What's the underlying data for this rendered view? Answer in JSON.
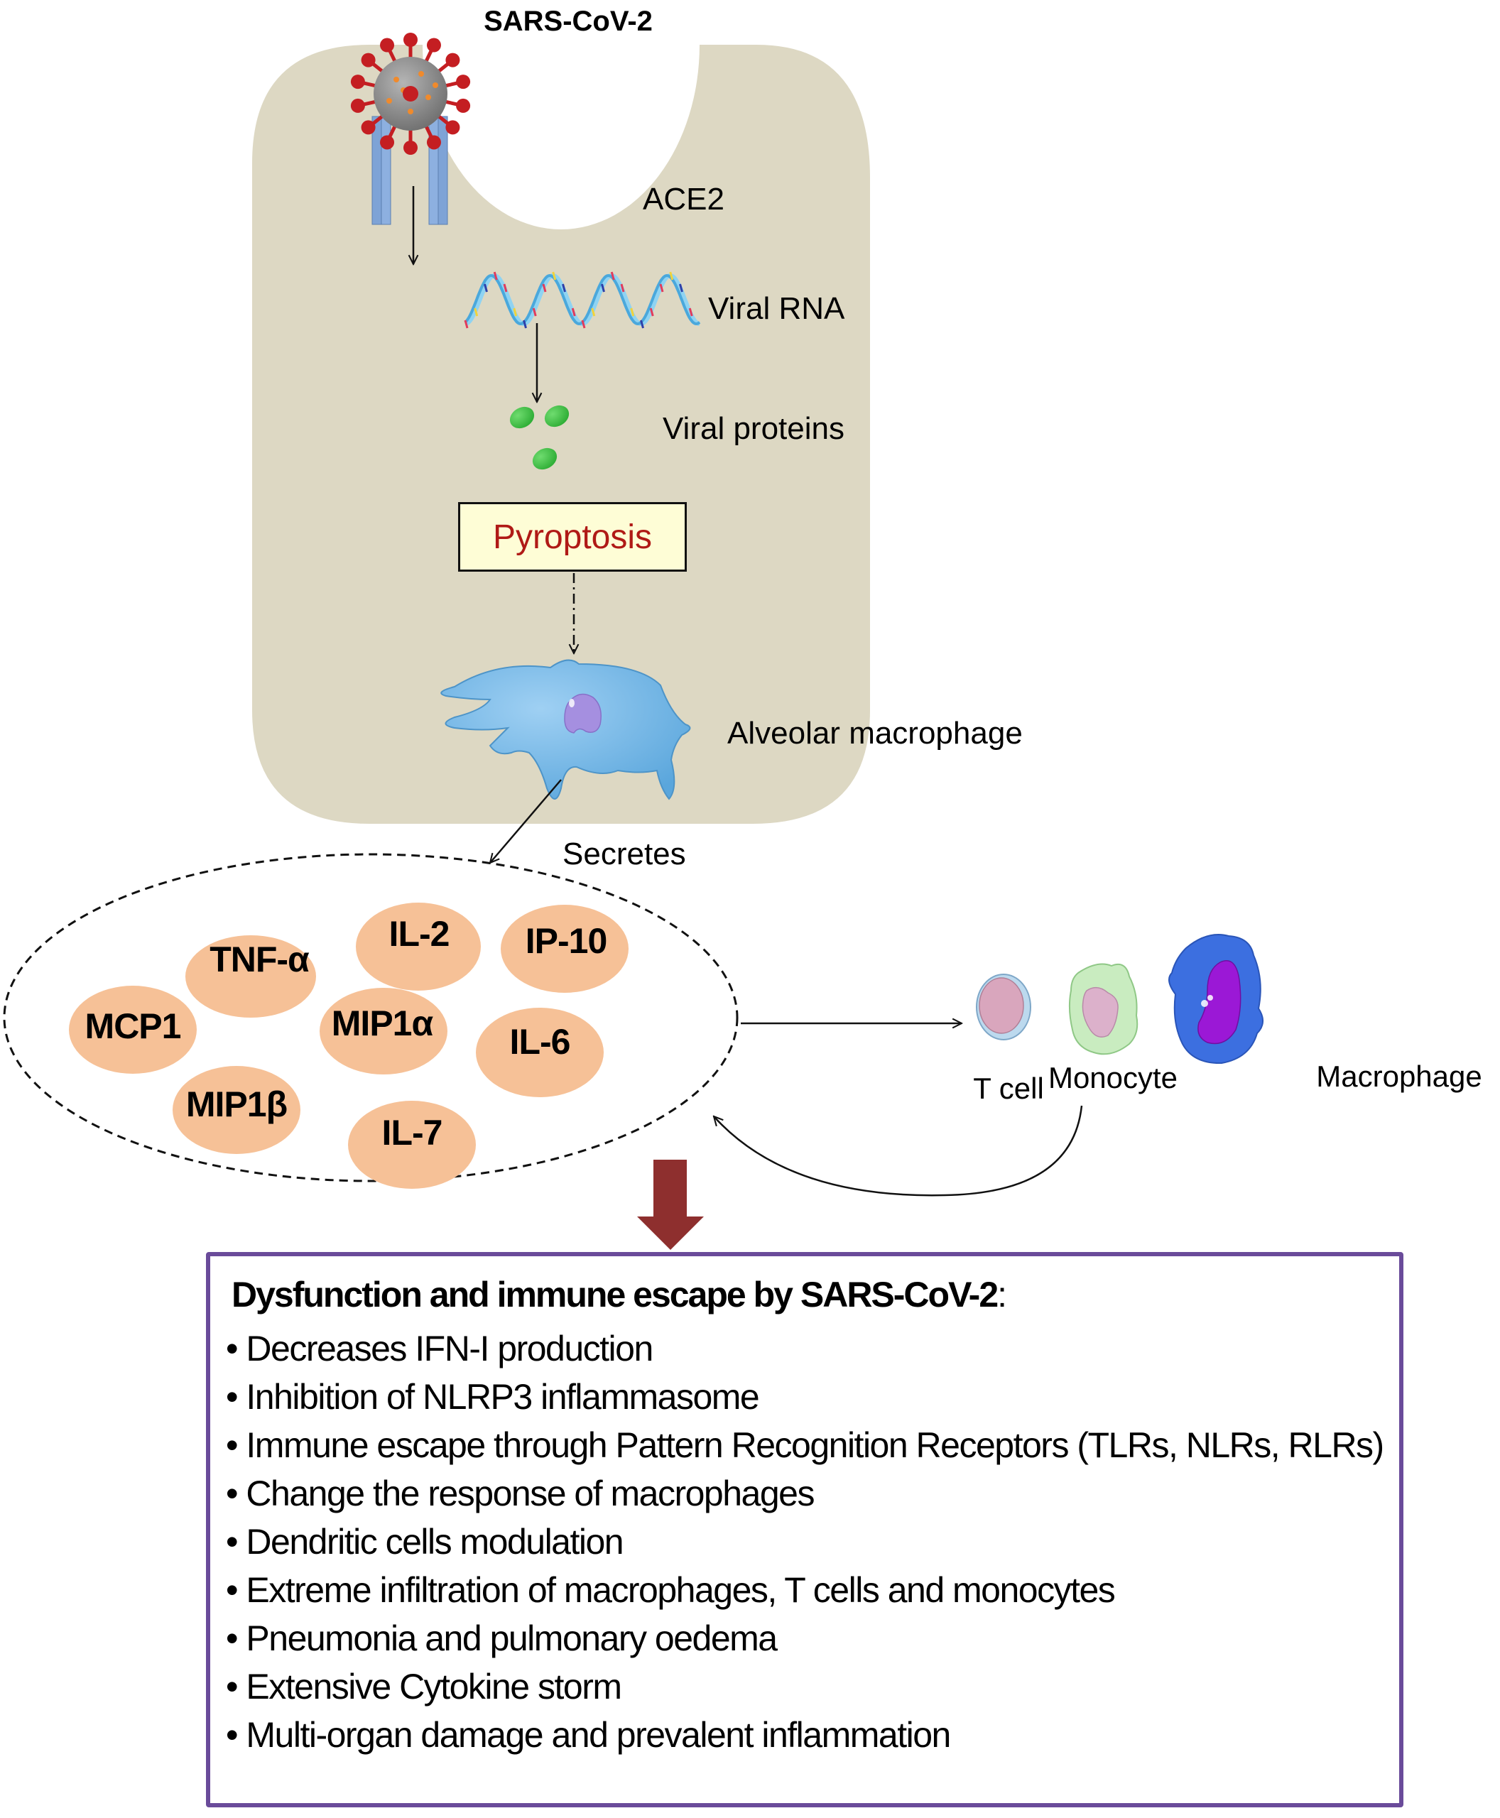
{
  "title": "SARS-CoV-2",
  "colors": {
    "cell_body": "#ddd8c3",
    "receptor": "#7ea3d6",
    "virus_core": "#8d8d8d",
    "virus_spike": "#c41e22",
    "viral_protein": "#3fbf3f",
    "pyroptosis_fill": "#fefdd6",
    "pyroptosis_text": "#b01a16",
    "alveolar_macrophage": "#73b6e6",
    "nucleus": "#a58fe0",
    "cytokine": "#f6c197",
    "outcome_arrow": "#8e2f2e",
    "summary_border": "#6a4b9a",
    "t_cell": "#d9a6bd",
    "monocyte": "#c9ecc0",
    "macrophage": "#3c6fe0",
    "macrophage_nucleus": "#9b18d6"
  },
  "pathway": {
    "receptor_label": "ACE2",
    "rna_label": "Viral RNA",
    "proteins_label": "Viral proteins",
    "pyroptosis_label": "Pyroptosis",
    "macrophage_label": "Alveolar macrophage",
    "secretes_label": "Secretes"
  },
  "cytokines": [
    {
      "id": "tnf",
      "label": "TNF-α"
    },
    {
      "id": "il2",
      "label": "IL-2"
    },
    {
      "id": "ip10",
      "label": "IP-10"
    },
    {
      "id": "mcp1",
      "label": "MCP1"
    },
    {
      "id": "mip1a",
      "label": "MIP1α"
    },
    {
      "id": "il6",
      "label": "IL-6"
    },
    {
      "id": "mip1b",
      "label": "MIP1β"
    },
    {
      "id": "il7",
      "label": "IL-7"
    }
  ],
  "immune_cells": [
    {
      "id": "tcell",
      "label": "T cell"
    },
    {
      "id": "monocyte",
      "label": "Monocyte"
    },
    {
      "id": "macrophage",
      "label": "Macrophage"
    }
  ],
  "summary": {
    "title_bold": "Dysfunction and immune escape by SARS-CoV-2",
    "title_suffix": ":",
    "items": [
      "Decreases IFN-I production",
      "Inhibition of NLRP3 inflammasome",
      "Immune escape through Pattern Recognition Receptors (TLRs, NLRs, RLRs)",
      "Change the response of macrophages",
      "Dendritic cells modulation",
      "Extreme infiltration of macrophages, T cells and monocytes",
      "Pneumonia and pulmonary oedema",
      "Extensive Cytokine storm",
      "Multi-organ damage and prevalent inflammation"
    ]
  }
}
